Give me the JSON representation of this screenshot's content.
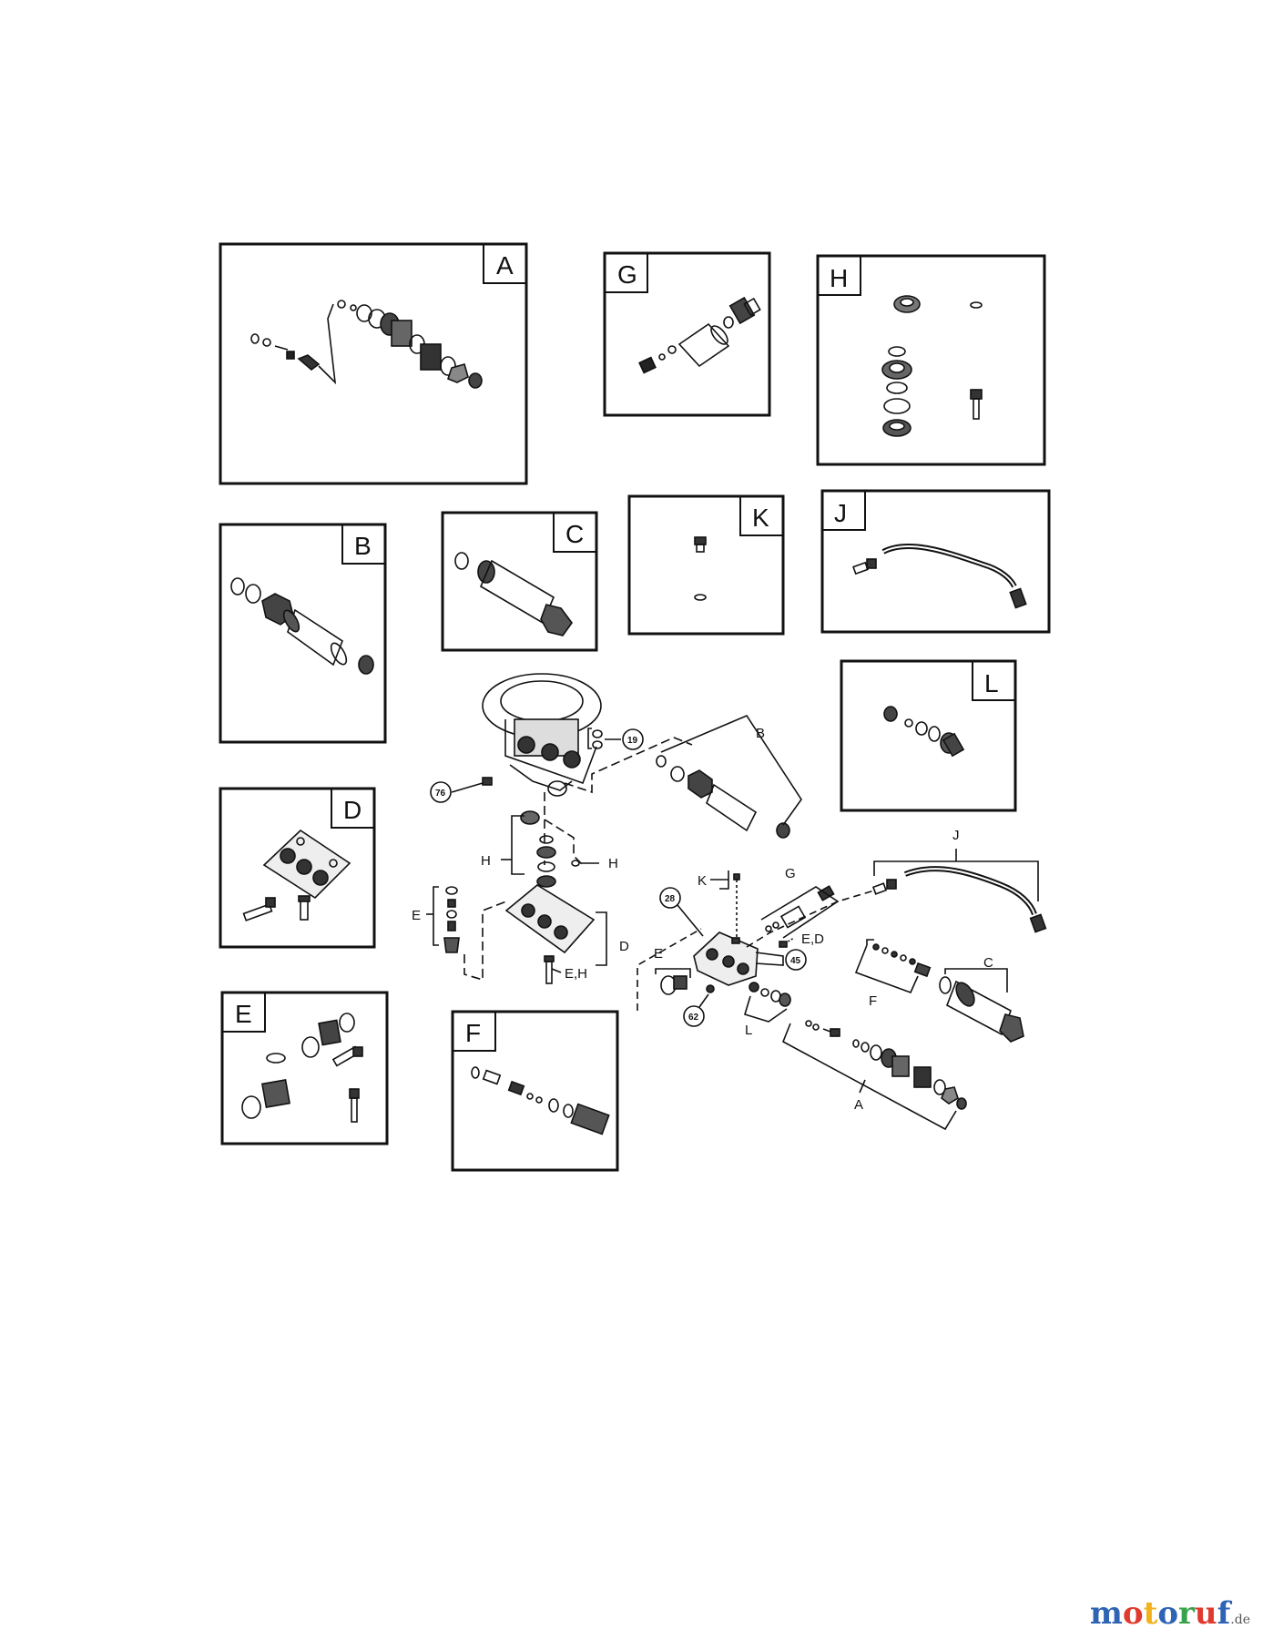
{
  "boxes": [
    {
      "id": "A",
      "label": "A"
    },
    {
      "id": "G",
      "label": "G"
    },
    {
      "id": "H",
      "label": "H"
    },
    {
      "id": "B",
      "label": "B"
    },
    {
      "id": "C",
      "label": "C"
    },
    {
      "id": "K",
      "label": "K"
    },
    {
      "id": "J",
      "label": "J"
    },
    {
      "id": "L",
      "label": "L"
    },
    {
      "id": "D",
      "label": "D"
    },
    {
      "id": "E",
      "label": "E"
    },
    {
      "id": "F",
      "label": "F"
    }
  ],
  "callouts": {
    "b": "B",
    "h_left": "H",
    "h_right": "H",
    "e_left": "E",
    "d": "D",
    "eh": "E,H",
    "k": "K",
    "g": "G",
    "ed": "E,D",
    "j": "J",
    "c": "C",
    "f": "F",
    "e_mid": "E",
    "l": "L",
    "a": "A"
  },
  "part_numbers": {
    "n19": "19",
    "n76": "76",
    "n28": "28",
    "n45": "45",
    "n62": "62"
  },
  "logo": {
    "m": "m",
    "o": "o",
    "t": "t",
    "o2": "o",
    "r": "r",
    "u": "u",
    "f": "f",
    "tld": ".de"
  }
}
